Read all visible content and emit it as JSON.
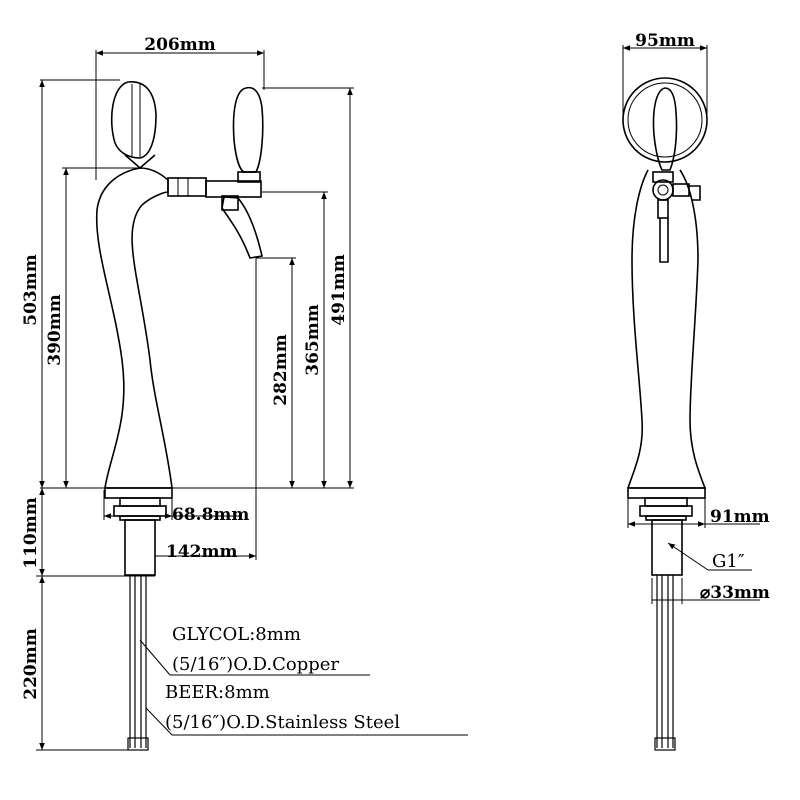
{
  "front_view": {
    "dims": {
      "width_top": "206mm",
      "height_total": "503mm",
      "height_body": "390mm",
      "height_491": "491mm",
      "height_365": "365mm",
      "height_282": "282mm",
      "base_width": "68.8mm",
      "base_height": "110mm",
      "spout_reach": "142mm",
      "tube_length": "220mm"
    },
    "labels": {
      "glycol": "GLYCOL:8mm",
      "glycol_tube": "(5/16″)O.D.Copper",
      "beer": "BEER:8mm",
      "beer_tube": "(5/16″)O.D.Stainless Steel"
    }
  },
  "side_view": {
    "dims": {
      "width_top": "95mm",
      "base_width": "91mm",
      "thread": "G1″",
      "tube_diameter": "⌀33mm"
    }
  }
}
